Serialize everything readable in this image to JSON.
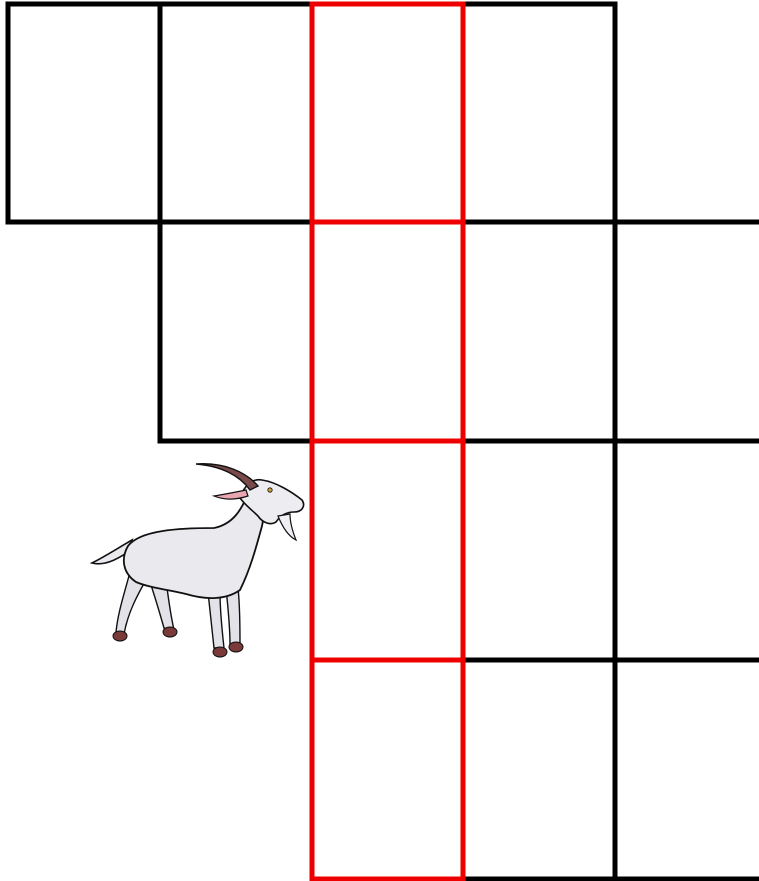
{
  "puzzle": {
    "grid_color": "#000000",
    "highlight_color": "#ee0000",
    "cells": [
      {
        "row": 0,
        "col": 0,
        "highlighted": false
      },
      {
        "row": 0,
        "col": 1,
        "highlighted": false
      },
      {
        "row": 0,
        "col": 2,
        "highlighted": true
      },
      {
        "row": 0,
        "col": 3,
        "highlighted": false
      },
      {
        "row": 1,
        "col": 1,
        "highlighted": false
      },
      {
        "row": 1,
        "col": 2,
        "highlighted": true
      },
      {
        "row": 1,
        "col": 3,
        "highlighted": false
      },
      {
        "row": 1,
        "col": 4,
        "highlighted": false
      },
      {
        "row": 2,
        "col": 2,
        "highlighted": true
      },
      {
        "row": 2,
        "col": 3,
        "highlighted": false
      },
      {
        "row": 2,
        "col": 4,
        "highlighted": false
      },
      {
        "row": 3,
        "col": 2,
        "highlighted": true
      },
      {
        "row": 3,
        "col": 3,
        "highlighted": false
      },
      {
        "row": 3,
        "col": 4,
        "highlighted": false
      }
    ],
    "illustration": {
      "icon": "goat-icon",
      "body_color": "#e9e9ee",
      "horn_color": "#7a4a4a",
      "hoof_color": "#7a3a3a",
      "ear_color": "#e8a6b0"
    }
  }
}
